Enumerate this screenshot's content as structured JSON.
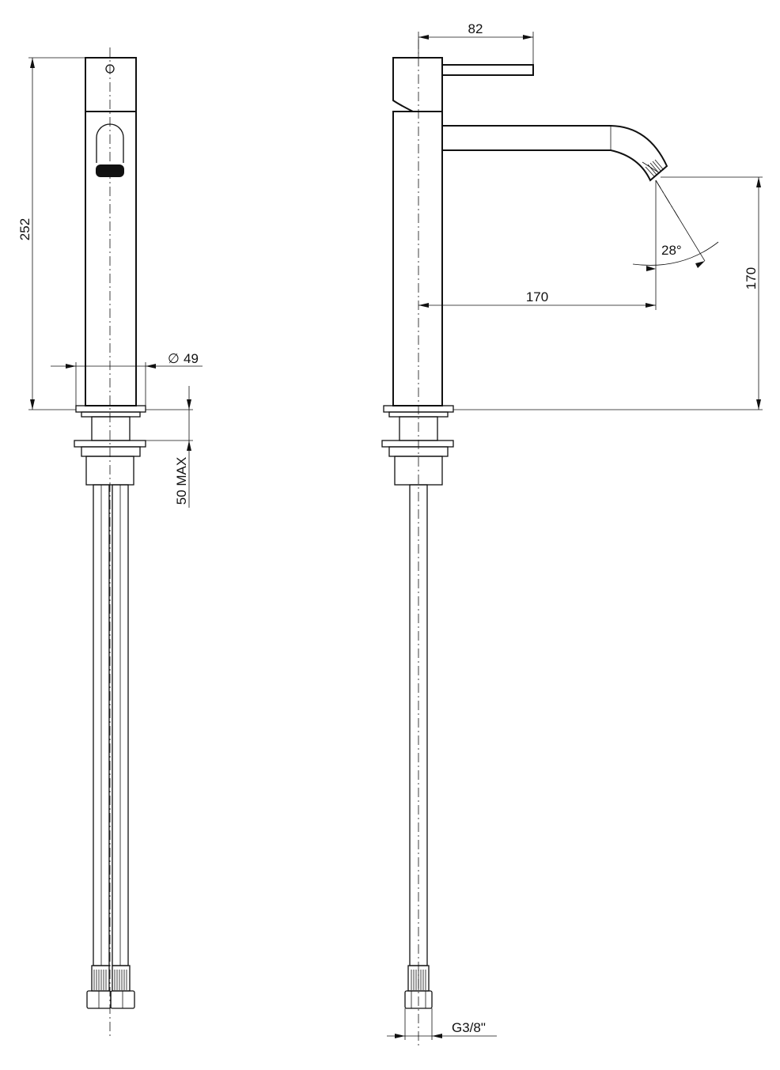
{
  "dimensions": {
    "height_total": "252",
    "diameter_symbol": "∅",
    "diameter_value": "49",
    "deck_thickness": "50 MAX",
    "lever_reach": "82",
    "spout_reach": "170",
    "spout_height": "170",
    "spout_angle": "28°",
    "hose_thread": "G3/8\""
  },
  "colors": {
    "line": "#111111",
    "background": "#ffffff"
  }
}
